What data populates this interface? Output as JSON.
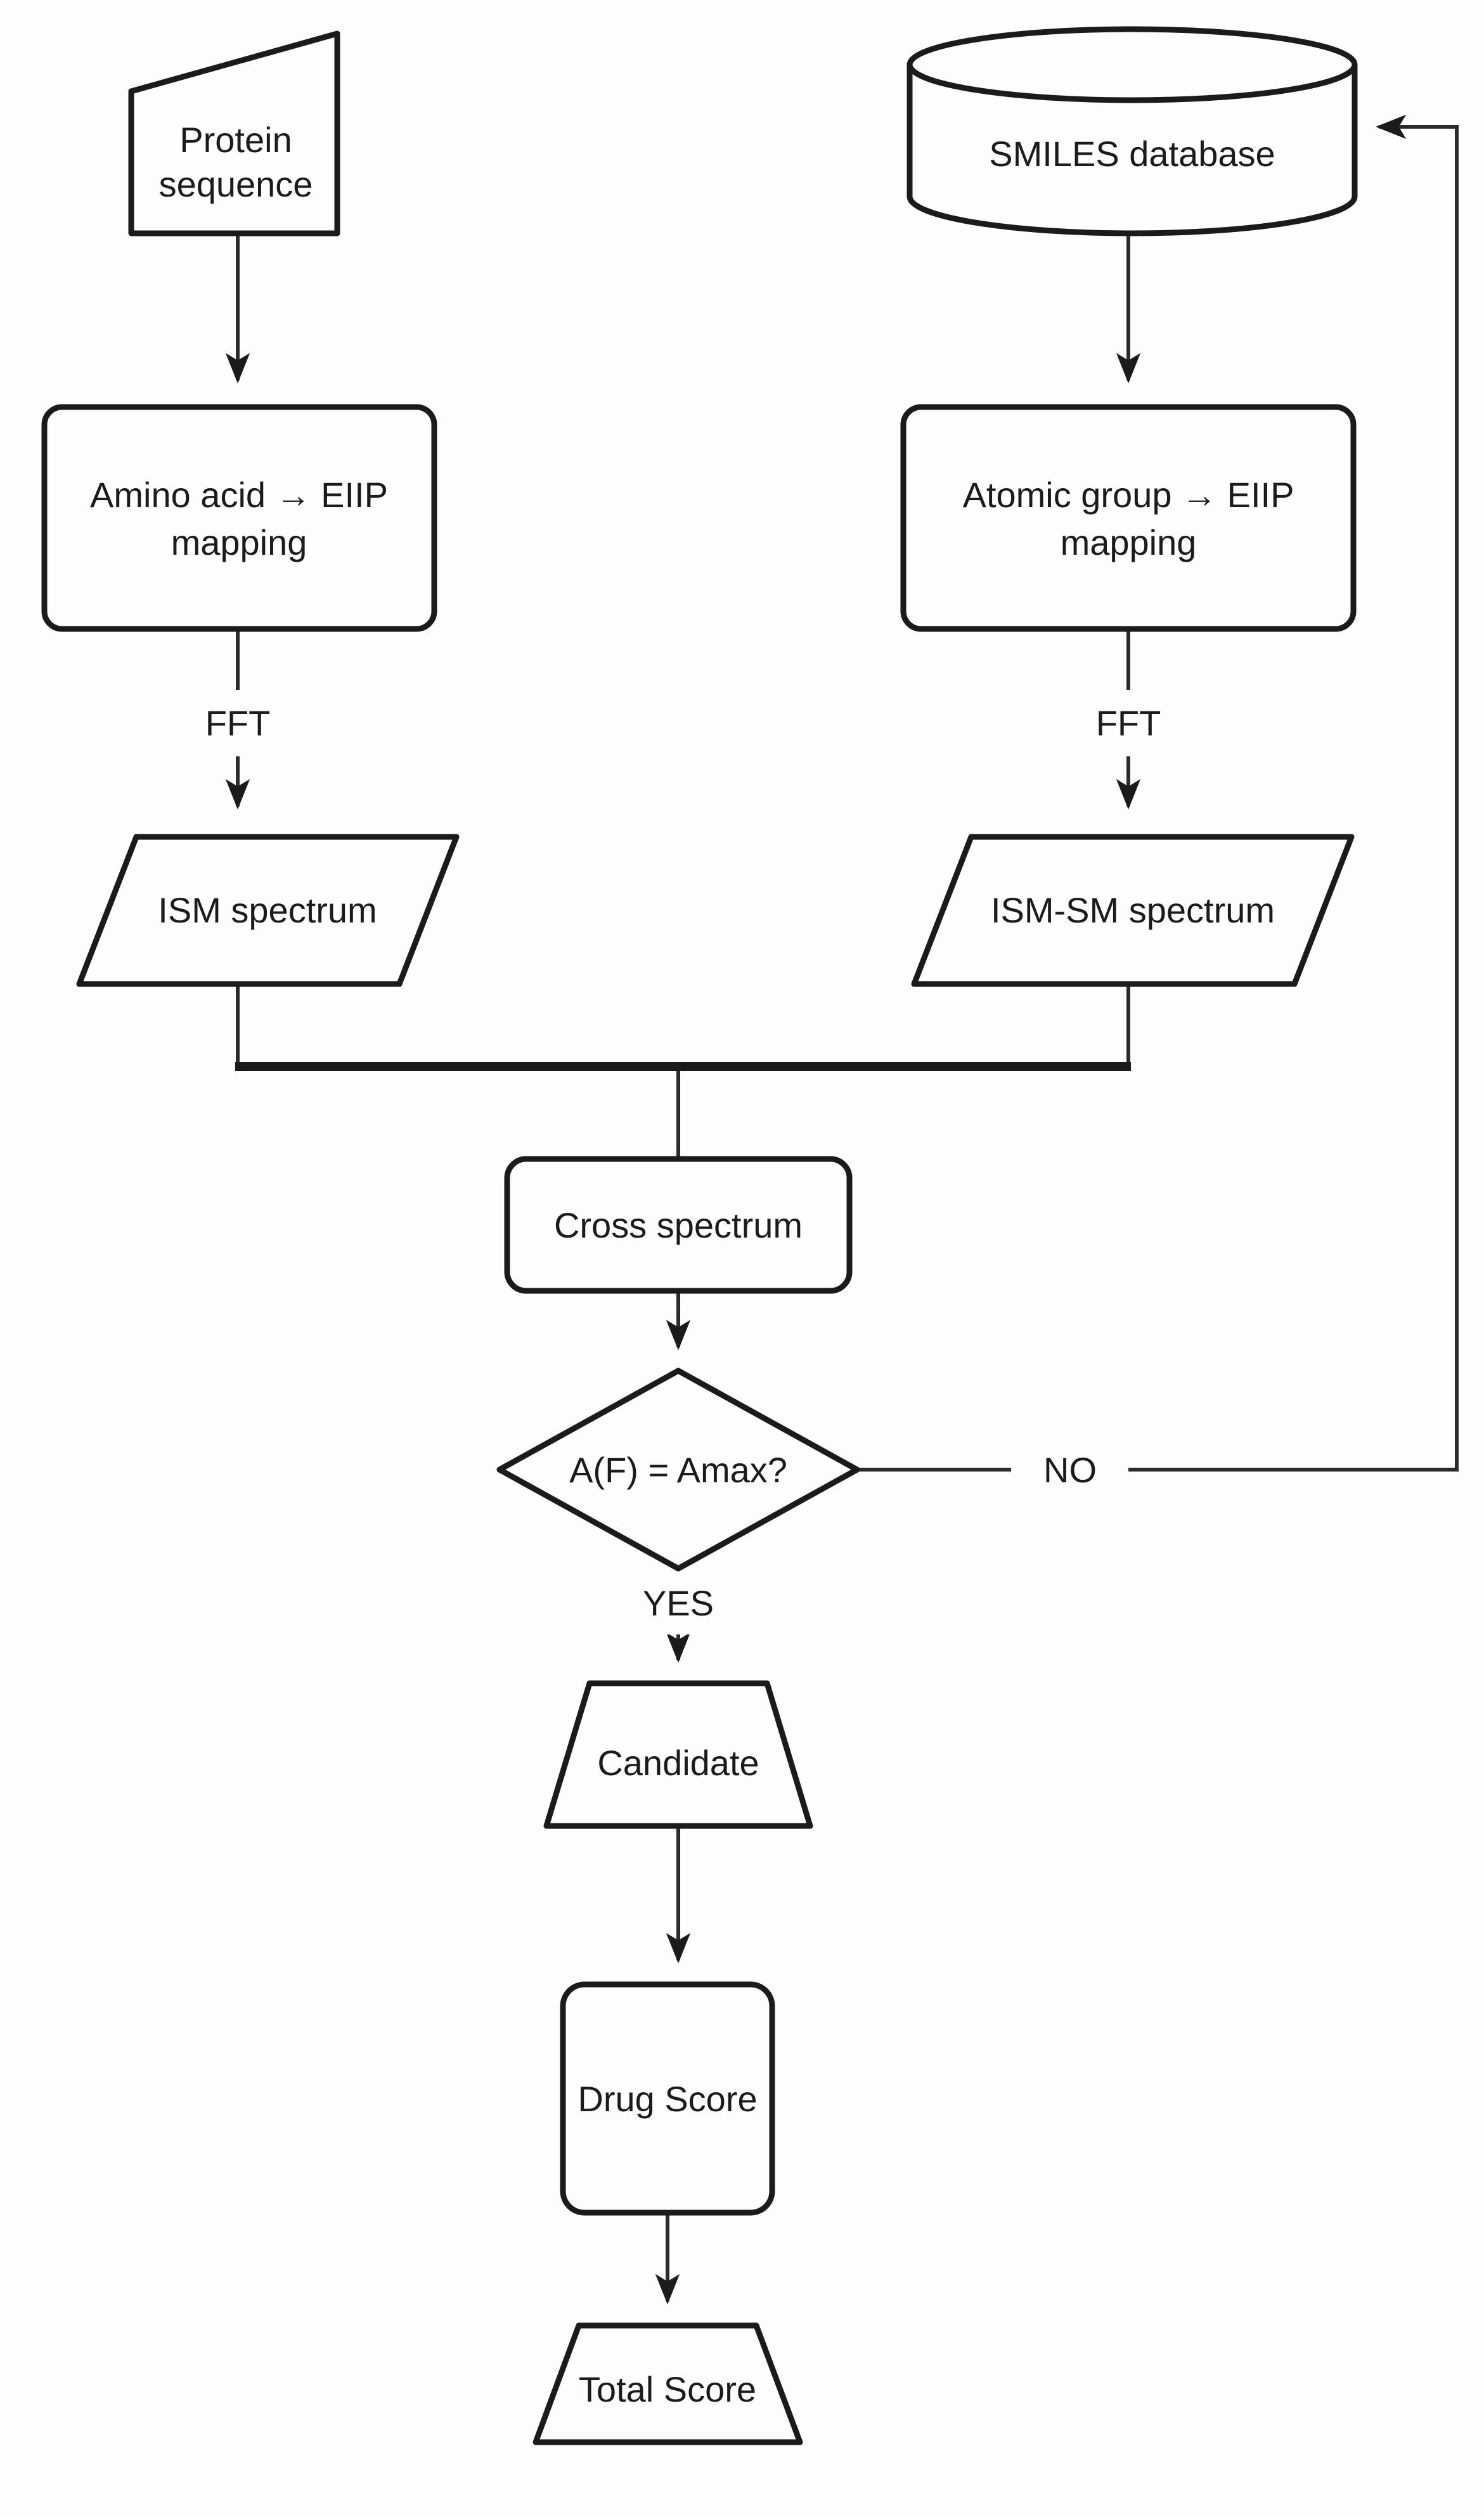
{
  "diagram": {
    "type": "flowchart",
    "colors": {
      "stroke": "#1b1b1b",
      "line": "#2b2b2b",
      "background": "#fdfdfd",
      "text": "#1b1b1b"
    },
    "nodes": {
      "protein_sequence": {
        "shape": "manual-input",
        "line1": "Protein",
        "line2": "sequence"
      },
      "smiles_database": {
        "shape": "cylinder",
        "label": "SMILES database"
      },
      "amino_mapping": {
        "shape": "rounded-rect",
        "line1": "Amino acid → EIIP",
        "line2": "mapping"
      },
      "atomic_mapping": {
        "shape": "rounded-rect",
        "line1": "Atomic group → EIIP",
        "line2": "mapping"
      },
      "ism_spectrum": {
        "shape": "parallelogram",
        "label": "ISM spectrum"
      },
      "ism_sm_spectrum": {
        "shape": "parallelogram",
        "label": "ISM-SM spectrum"
      },
      "cross_spectrum": {
        "shape": "rounded-rect",
        "label": "Cross spectrum"
      },
      "decision": {
        "shape": "diamond",
        "label": "A(F) = Amax?"
      },
      "candidate": {
        "shape": "trapezoid",
        "label": "Candidate"
      },
      "drug_score": {
        "shape": "rounded-rect",
        "label": "Drug Score"
      },
      "total_score": {
        "shape": "trapezoid",
        "label": "Total Score"
      }
    },
    "edge_labels": {
      "fft_left": "FFT",
      "fft_right": "FFT",
      "yes": "YES",
      "no": "NO"
    },
    "edges": [
      {
        "from": "protein_sequence",
        "to": "amino_mapping",
        "label": ""
      },
      {
        "from": "smiles_database",
        "to": "atomic_mapping",
        "label": ""
      },
      {
        "from": "amino_mapping",
        "to": "ism_spectrum",
        "label": "FFT"
      },
      {
        "from": "atomic_mapping",
        "to": "ism_sm_spectrum",
        "label": "FFT"
      },
      {
        "from": "ism_spectrum",
        "to": "cross_spectrum",
        "label": ""
      },
      {
        "from": "ism_sm_spectrum",
        "to": "cross_spectrum",
        "label": ""
      },
      {
        "from": "cross_spectrum",
        "to": "decision",
        "label": ""
      },
      {
        "from": "decision",
        "to": "smiles_database",
        "label": "NO"
      },
      {
        "from": "decision",
        "to": "candidate",
        "label": "YES"
      },
      {
        "from": "candidate",
        "to": "drug_score",
        "label": ""
      },
      {
        "from": "drug_score",
        "to": "total_score",
        "label": ""
      }
    ]
  }
}
